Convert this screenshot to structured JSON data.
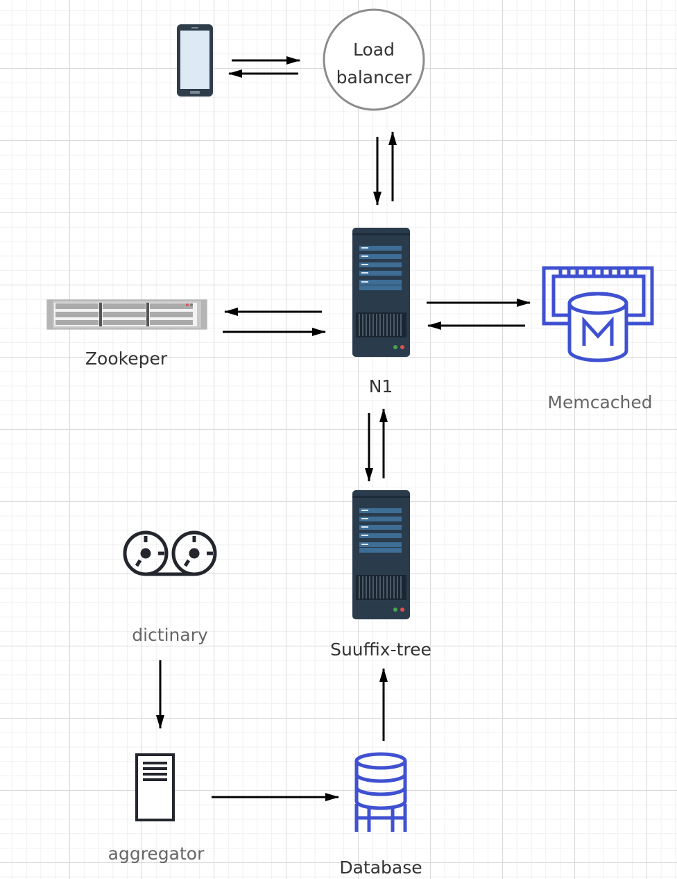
{
  "nodes": {
    "phone": {
      "icon": "smartphone-icon"
    },
    "load_balancer": {
      "line1": "Load",
      "line2": "balancer"
    },
    "zookeeper": {
      "label": "Zookeper",
      "icon": "rack-server-icon"
    },
    "n1": {
      "label": "N1",
      "icon": "server-tower-icon"
    },
    "memcached": {
      "label": "Memcached",
      "icon": "memcached-icon"
    },
    "dictionary": {
      "label": "dictinary",
      "icon": "tape-reel-icon"
    },
    "suffix_tree": {
      "label": "Suuffix-tree",
      "icon": "server-tower-icon"
    },
    "aggregator": {
      "label": "aggregator",
      "icon": "document-server-icon"
    },
    "database": {
      "label": "Database",
      "icon": "database-icon"
    }
  },
  "colors": {
    "arrow": "#000000",
    "server_dark": "#2a3b4c",
    "server_bar": "#3e6e96",
    "aws_blue": "#3f51d1",
    "label_dark": "#333333",
    "label_gray": "#666666"
  }
}
